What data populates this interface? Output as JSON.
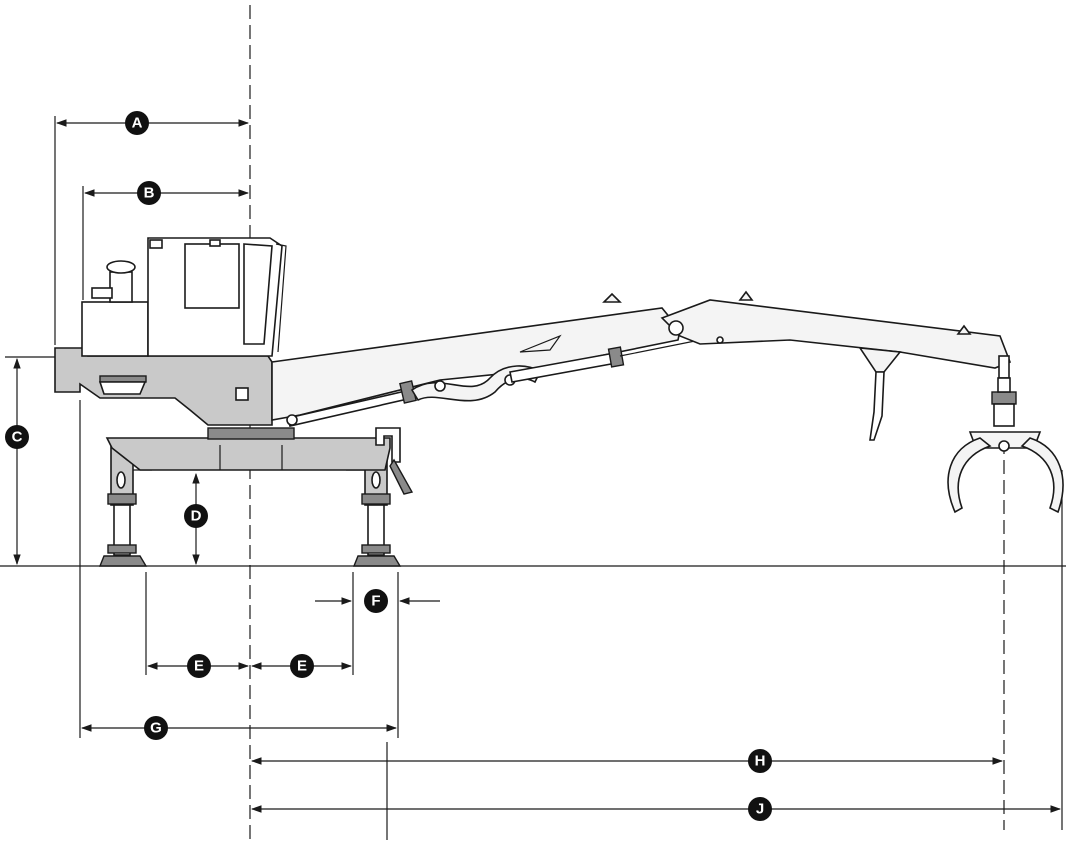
{
  "colors": {
    "ink": "#1a1a1a",
    "machine_body": "#c9c9c9",
    "boom": "#f4f4f4",
    "marker_fill": "#111111",
    "marker_text": "#ffffff"
  },
  "dimension_markers": [
    {
      "id": "A",
      "label": "A"
    },
    {
      "id": "B",
      "label": "B"
    },
    {
      "id": "C",
      "label": "C"
    },
    {
      "id": "D",
      "label": "D"
    },
    {
      "id": "E1",
      "label": "E"
    },
    {
      "id": "E2",
      "label": "E"
    },
    {
      "id": "F",
      "label": "F"
    },
    {
      "id": "G",
      "label": "G"
    },
    {
      "id": "H",
      "label": "H"
    },
    {
      "id": "J",
      "label": "J"
    }
  ]
}
